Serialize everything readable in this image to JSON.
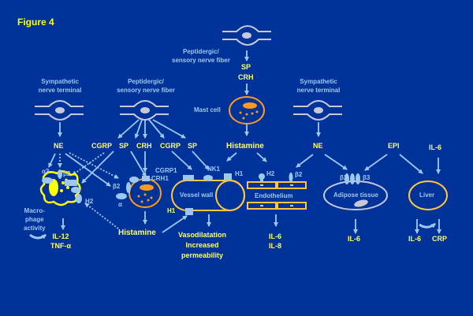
{
  "figure_title": "Figure 4",
  "colors": {
    "background": "#00339a",
    "title": "#ffff00",
    "label_yellow": "#ffff66",
    "label_blue": "#9ec8f0",
    "nerve_gray": "#c8c8d8",
    "mast_cell_orange": "#ff9a1a",
    "vessel_gold": "#ffc83c",
    "macrophage_yellow": "#ffff00",
    "arrow_blue": "#9ec8f0"
  },
  "nerves": {
    "sympathetic_left": {
      "line1": "Sympathetic",
      "line2": "nerve terminal"
    },
    "peptidergic_left": {
      "line1": "Peptidergic/",
      "line2": "sensory nerve fiber"
    },
    "peptidergic_top": {
      "line1": "Peptidergic/",
      "line2": "sensory nerve fiber"
    },
    "sympathetic_right": {
      "line1": "Sympathetic",
      "line2": "nerve terminal"
    }
  },
  "mediators": {
    "sp_top": "SP",
    "crh_top": "CRH",
    "ne_left": "NE",
    "cgrp_1": "CGRP",
    "sp_1": "SP",
    "crh_1": "CRH",
    "cgrp_2": "CGRP",
    "sp_2": "SP",
    "histamine_top": "Histamine",
    "histamine_bottom": "Histamine",
    "ne_right": "NE",
    "epi": "EPI",
    "il6_input": "IL-6"
  },
  "cells": {
    "mast_cell": "Mast cell",
    "macrophage": {
      "line1": "Macro-",
      "line2": "phage",
      "line3": "activity"
    },
    "vessel_wall": "Vessel wall",
    "endothelium": "Endothelium",
    "adipose": "Adipose tissue",
    "liver": "Liver"
  },
  "receptors": {
    "alpha2": "α2",
    "beta2_macro": "β2",
    "h2_macro": "H2",
    "beta2_mast": "β2",
    "alpha_mast": "α",
    "cgrp1": "CGRP1",
    "crh1": "CRH1",
    "nk1": "NK1",
    "h1_top": "H1",
    "h1_bottom": "H1",
    "h2_endo": "H2",
    "beta2_endo": "β2",
    "beta2_adipose": "β2",
    "beta3_adipose": "β3"
  },
  "outputs": {
    "macrophage": {
      "line1": "IL-12",
      "line2": "TNF-α"
    },
    "vessel": {
      "line1": "Vasodilatation",
      "line2": "Increased",
      "line3": "permeability"
    },
    "endothelium": {
      "line1": "IL-6",
      "line2": "IL-8"
    },
    "adipose": "IL-6",
    "liver_il6": "IL-6",
    "liver_crp": "CRP"
  }
}
